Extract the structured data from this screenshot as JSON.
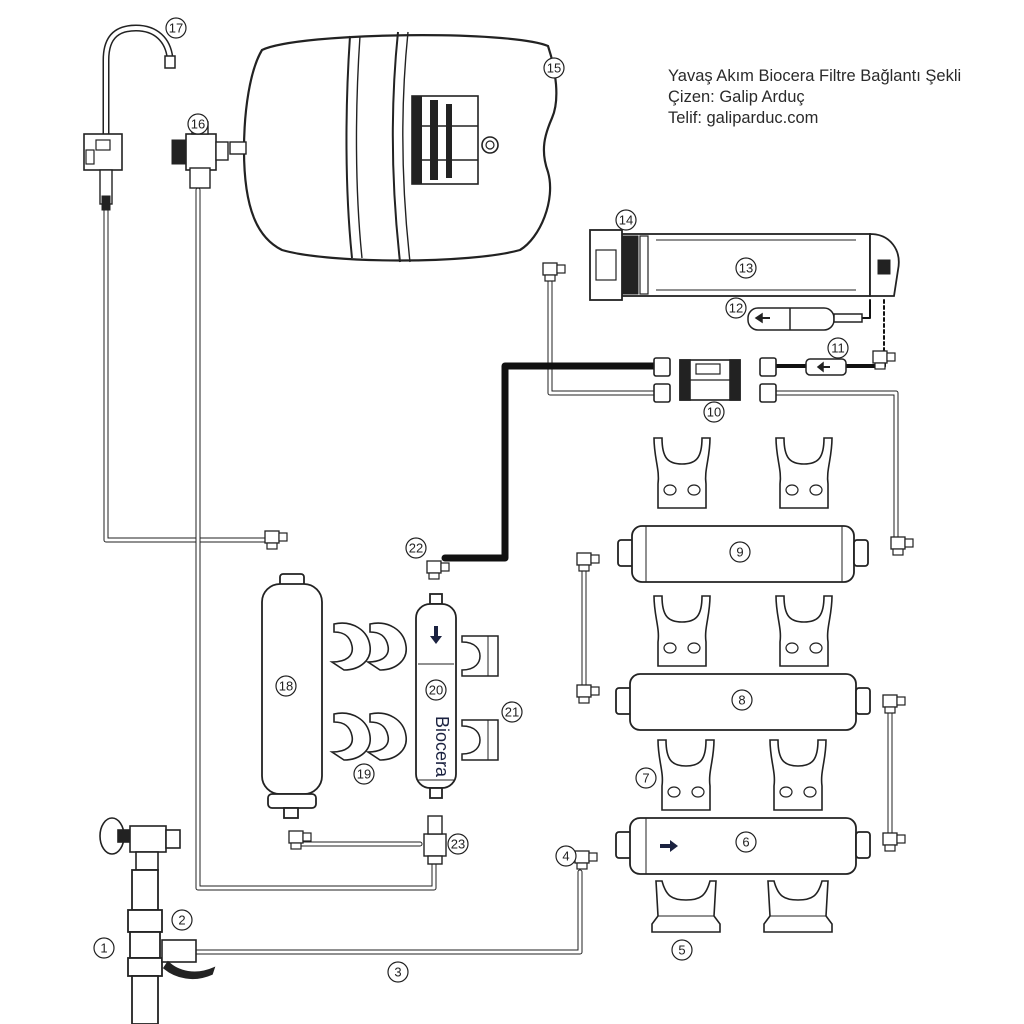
{
  "caption": {
    "line1": "Yavaş Akım Biocera Filtre Bağlantı Şekli",
    "line2": "Çizen: Galip Arduç",
    "line3": "Telif: galiparduc.com"
  },
  "cartridge_label": "Biocera",
  "part_numbers": [
    "1",
    "2",
    "3",
    "4",
    "5",
    "6",
    "7",
    "8",
    "9",
    "10",
    "11",
    "12",
    "13",
    "14",
    "15",
    "16",
    "17",
    "18",
    "19",
    "20",
    "21",
    "22",
    "23"
  ],
  "colors": {
    "line": "#222222",
    "tube": "#888888",
    "tube_dark": "#111111",
    "fill": "#ffffff",
    "arrow": "#1b2240"
  }
}
